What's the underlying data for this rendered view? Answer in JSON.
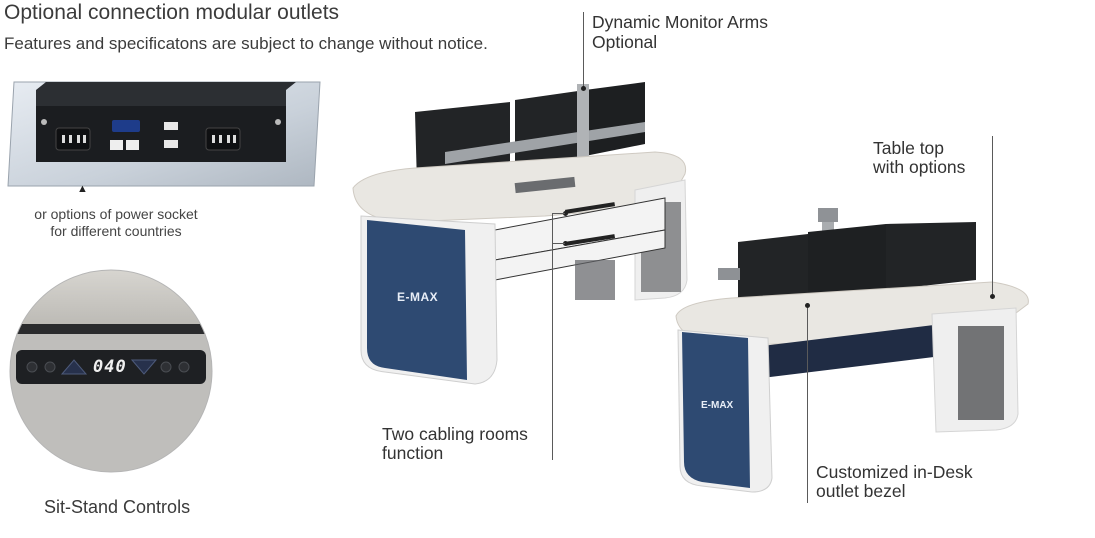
{
  "header": {
    "title": "Optional connection modular outlets",
    "subtitle": "Features and specificatons are subject to change without notice."
  },
  "outlets_panel": {
    "caption_line1": "or options of power socket",
    "caption_line2": "for different countries",
    "marker_glyph": "▲"
  },
  "controls_panel": {
    "display_value": "040",
    "caption": "Sit-Stand Controls"
  },
  "callouts": {
    "monitor_arms_line1": "Dynamic Monitor Arms",
    "monitor_arms_line2": "Optional",
    "table_top_line1": "Table top",
    "table_top_line2": "with options",
    "cabling_line1": "Two cabling rooms",
    "cabling_line2": "function",
    "bezel_line1": "Customized in-Desk",
    "bezel_line2": "outlet bezel"
  },
  "brand": {
    "desk_logo_main": "E-MAX",
    "desk_logo_secondary": "E-MAX"
  },
  "colors": {
    "desk_navy": "#2e4a72",
    "desk_white": "#f1f1f1",
    "table_top": "#e9e7e2",
    "metal": "#a9acaf",
    "monitor": "#222426"
  }
}
